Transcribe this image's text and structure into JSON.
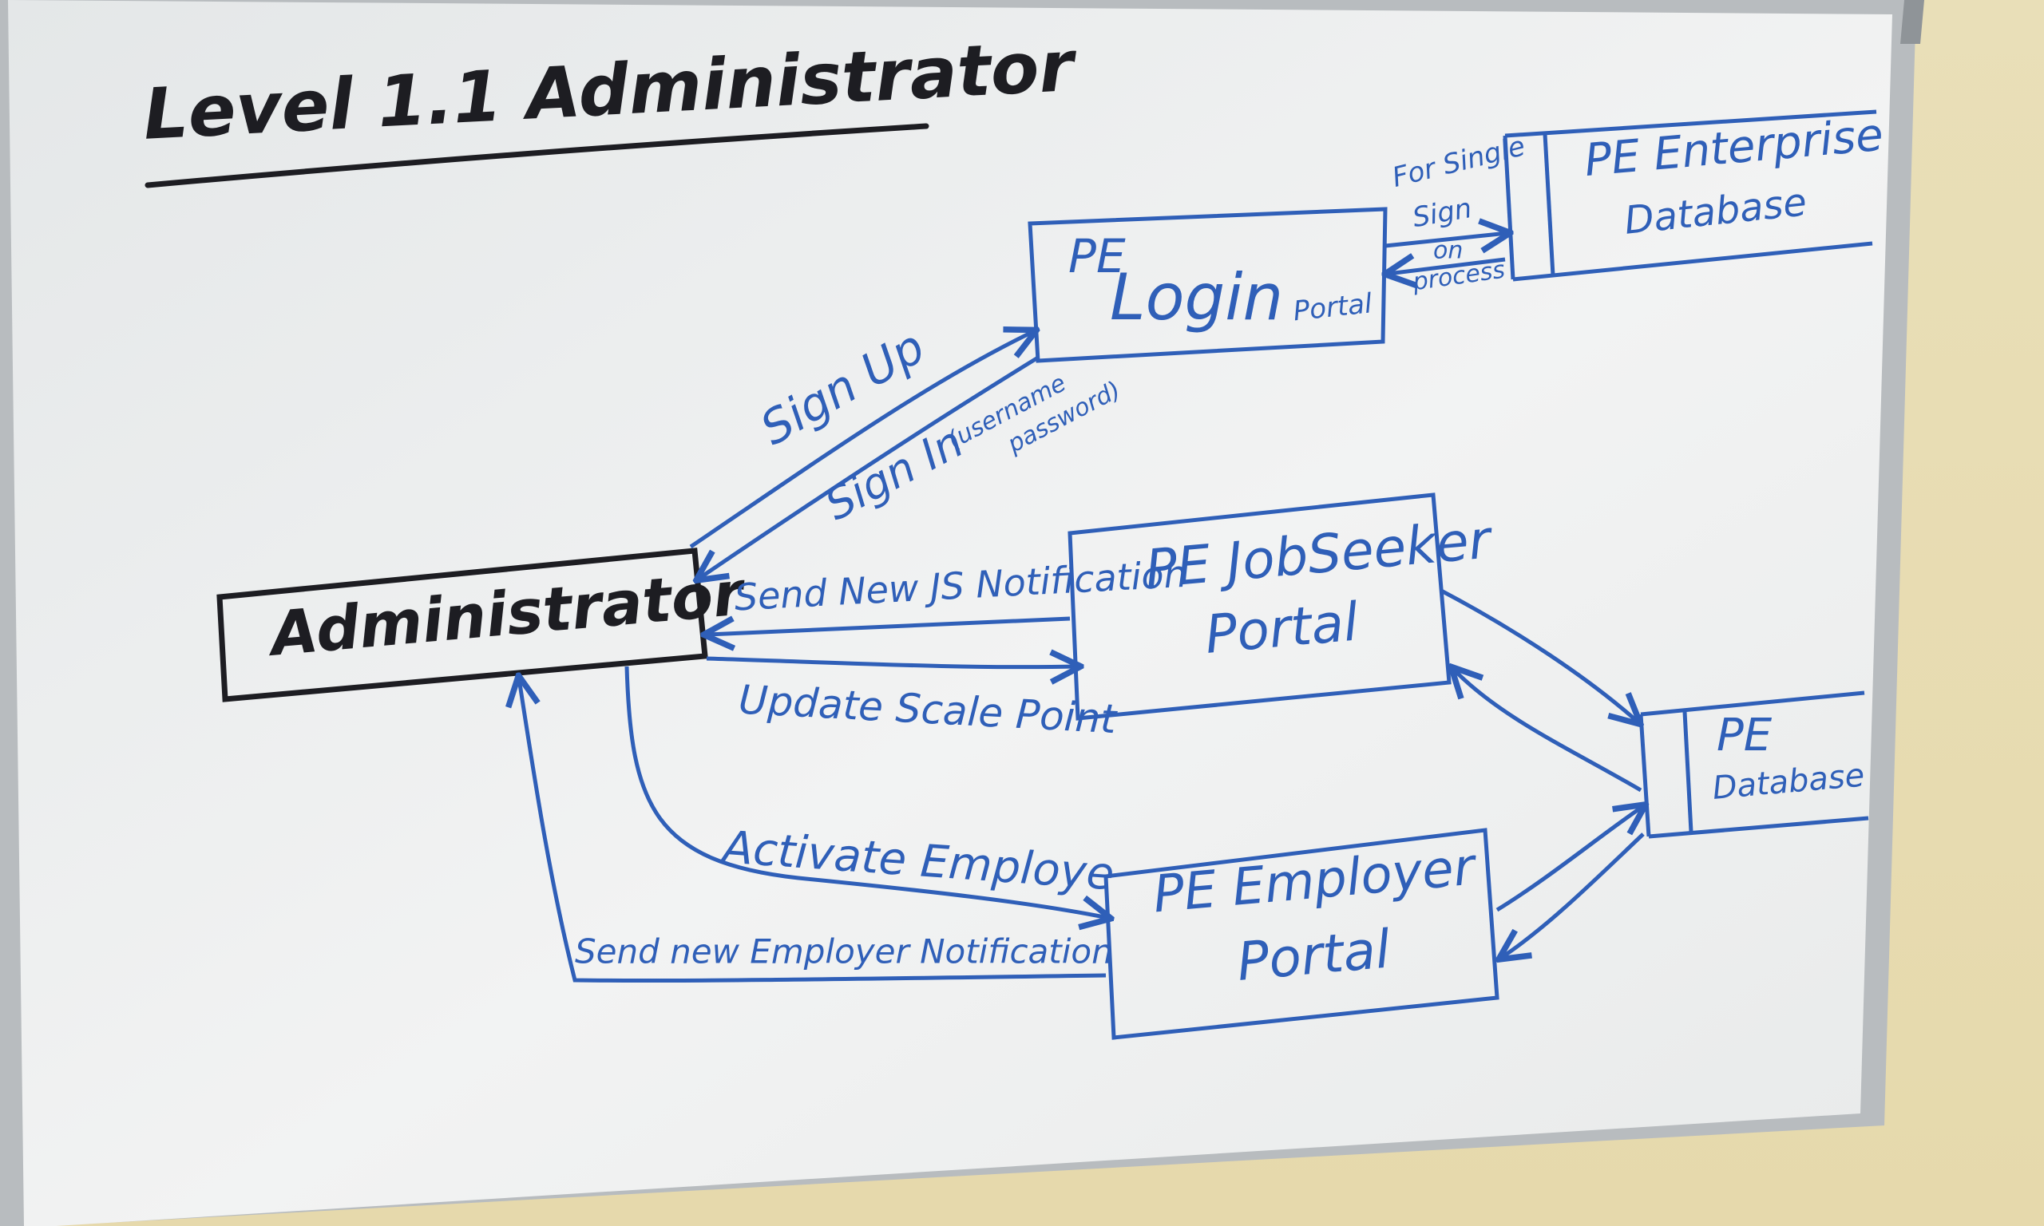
{
  "title": "Level 1.1 Administrator",
  "nodes": {
    "administrator": "Administrator",
    "login_portal": {
      "pe": "PE",
      "login": "Login",
      "portal": "Portal"
    },
    "enterprise_db": [
      "PE Enterprise",
      "Database"
    ],
    "jobseeker_portal": [
      "PE JobSeeker",
      "Portal"
    ],
    "employer_portal": [
      "PE Employer",
      "Portal"
    ],
    "pe_database": [
      "PE",
      "Database"
    ]
  },
  "flows": {
    "sign_up": "Sign Up",
    "sign_in": "Sign In",
    "sign_in_note": [
      "(username",
      "password)"
    ],
    "single_sign_on": [
      "For Single",
      "Sign",
      "on",
      "process"
    ],
    "send_new_js_notification": "Send New JS Notification",
    "update_scale_point": "Update Scale Point",
    "activate_employee": "Activate Employe",
    "send_new_employer_notification": "Send new Employer Notification"
  },
  "colors": {
    "ink_blue": "#2f5fb8",
    "ink_black": "#1d1d22",
    "board": "#eef0f1"
  }
}
